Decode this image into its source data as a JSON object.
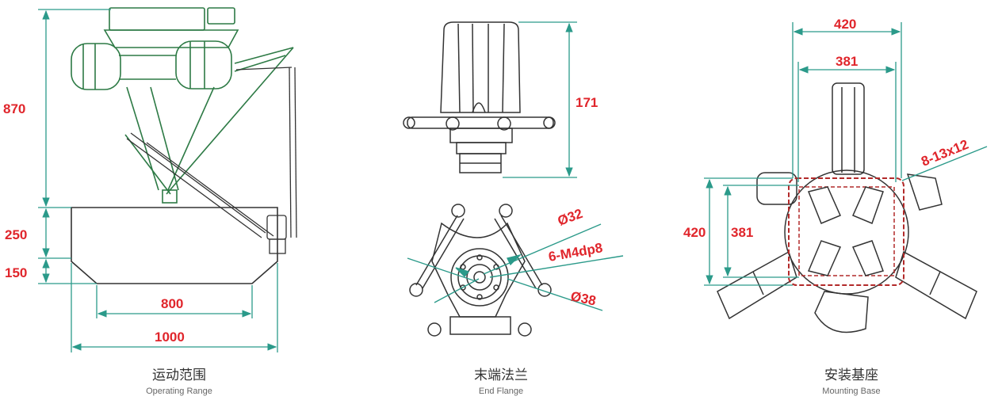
{
  "colors": {
    "dimension_line": "#2b9a8a",
    "dimension_text": "#e0252b",
    "robot_green": "#2d7a45",
    "outline": "#333333",
    "caption": "#333333",
    "subcaption": "#666666"
  },
  "operating_range": {
    "dim_height_total": "870",
    "dim_height_mid": "250",
    "dim_height_low": "150",
    "dim_width_inner": "800",
    "dim_width_outer": "1000",
    "caption_cn": "运动范围",
    "caption_en": "Operating Range"
  },
  "end_flange": {
    "dim_height": "171",
    "dim_diameter_32": "Ø32",
    "dim_holes": "6-M4dp8",
    "dim_diameter_38": "Ø38",
    "caption_cn": "末端法兰",
    "caption_en": "End Flange"
  },
  "mounting_base": {
    "dim_outer_width": "420",
    "dim_inner_width": "381",
    "dim_outer_height": "420",
    "dim_inner_height": "381",
    "dim_holes": "8-13x12",
    "caption_cn": "安装基座",
    "caption_en": "Mounting Base"
  }
}
